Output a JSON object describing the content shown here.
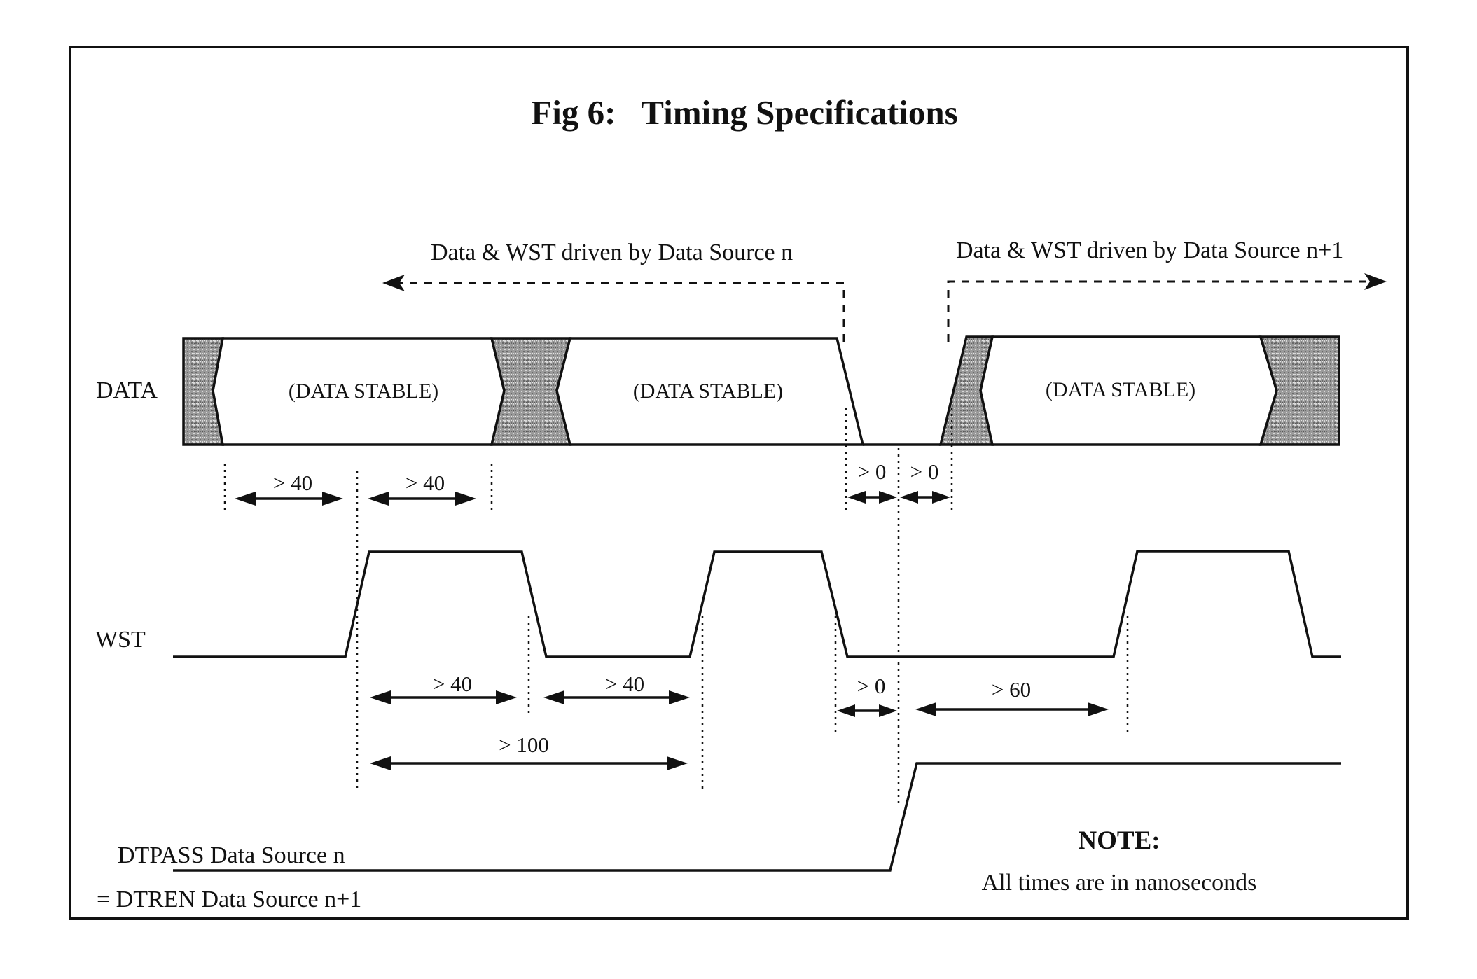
{
  "figure": {
    "title": "Fig 6:   Timing Specifications",
    "signals": {
      "data": "DATA",
      "wst": "WST",
      "dtpass_line1": "DTPASS Data Source n",
      "dtpass_line2": "= DTREN Data Source n+1"
    },
    "data_stable_label": "(DATA STABLE)",
    "drive_labels": {
      "source_n": "Data & WST driven by Data Source n",
      "source_n1": "Data & WST driven by Data Source n+1"
    },
    "measurements": {
      "m1": "> 40",
      "m2": "> 40",
      "m3": "> 0",
      "m4": "> 0",
      "m5": "> 40",
      "m6": "> 40",
      "m7": "> 0",
      "m8": "> 60",
      "m9": "> 100"
    },
    "note": {
      "heading": "NOTE:",
      "text": "All times are in nanoseconds"
    }
  }
}
